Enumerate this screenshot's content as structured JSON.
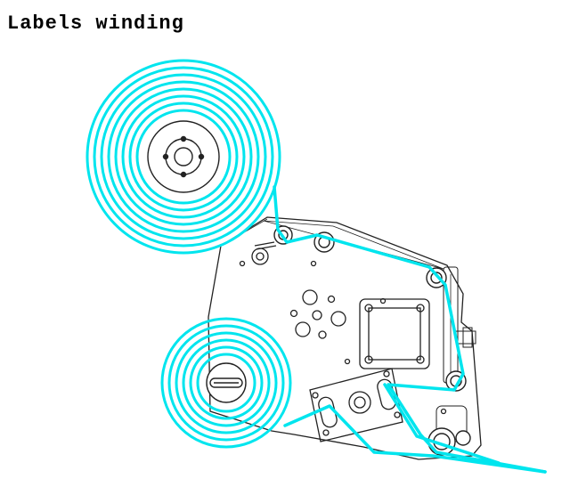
{
  "title": "Labels winding",
  "colors": {
    "label_path": "#00e5ee",
    "line": "#222222",
    "background": "#ffffff"
  },
  "parts": {
    "supply_roll": "label-supply-roll",
    "rewind_roll": "liner-rewind-roll",
    "frame": "machine-side-plate",
    "motor": "stepper-motor-mount"
  }
}
